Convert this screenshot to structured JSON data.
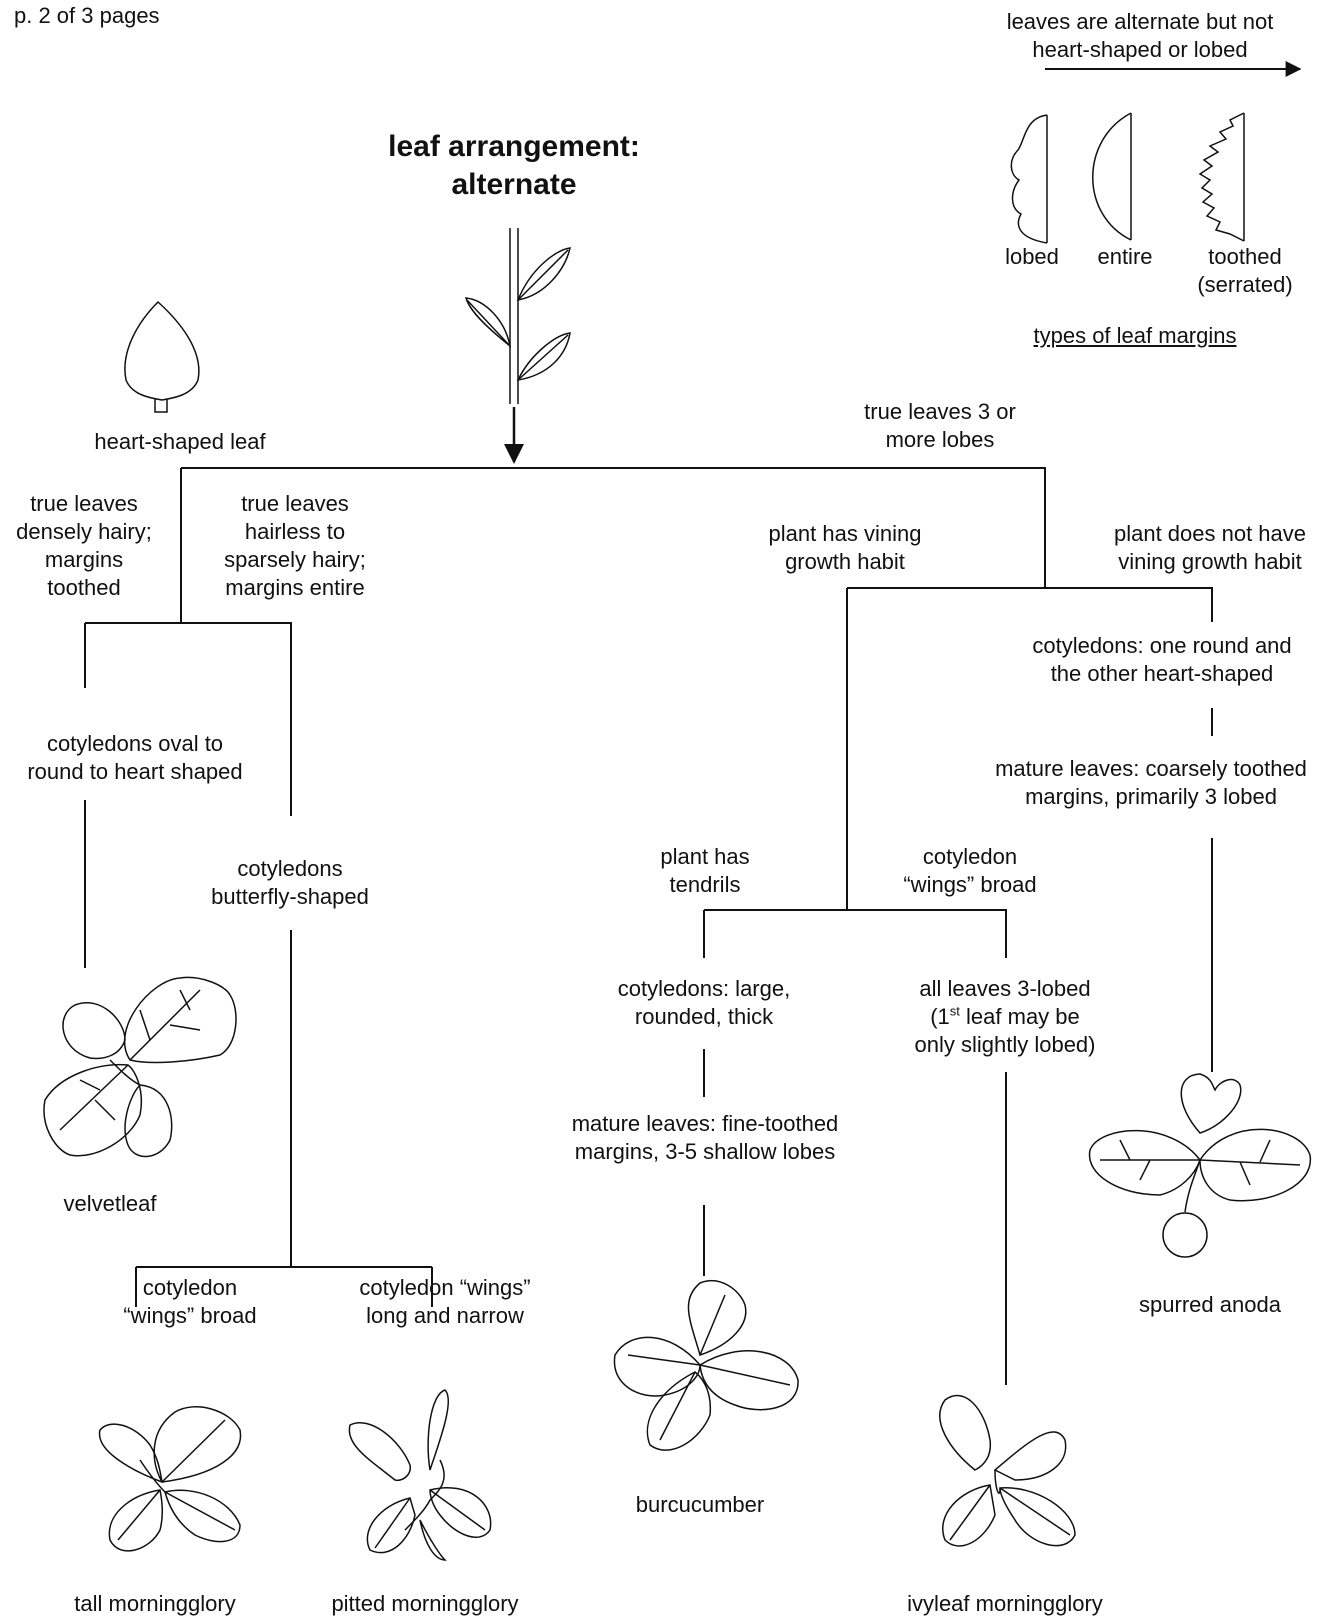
{
  "page_label": "p. 2 of 3 pages",
  "title": [
    "leaf arrangement:",
    "alternate"
  ],
  "top_note": [
    "leaves are alternate but not",
    "heart-shaped or lobed"
  ],
  "margins": {
    "lobed": "lobed",
    "entire": "entire",
    "toothed": [
      "toothed",
      "(serrated)"
    ],
    "caption": "types of leaf margins"
  },
  "heart_leaf_caption": "heart-shaped leaf",
  "branches": {
    "three_lobes": [
      "true leaves 3 or",
      "more lobes"
    ],
    "densely_hairy": [
      "true leaves",
      "densely hairy;",
      "margins",
      "toothed"
    ],
    "hairless": [
      "true leaves",
      "hairless to",
      "sparsely hairy;",
      "margins entire"
    ],
    "vining": [
      "plant has vining",
      "growth habit"
    ],
    "not_vining": [
      "plant does not have",
      "vining growth habit"
    ],
    "cot_oval": [
      "cotyledons oval to",
      "round to heart shaped"
    ],
    "cot_butterfly": [
      "cotyledons",
      "butterfly-shaped"
    ],
    "cot_one_round": [
      "cotyledons: one round and",
      "the other heart-shaped"
    ],
    "mature_coarse": [
      "mature leaves: coarsely toothed",
      "margins, primarily 3 lobed"
    ],
    "tendrils": [
      "plant has",
      "tendrils"
    ],
    "wings_broad_right": [
      "cotyledon",
      "“wings” broad"
    ],
    "cot_large": [
      "cotyledons: large,",
      "rounded, thick"
    ],
    "all_3_lobed": {
      "line1": "all leaves 3-lobed",
      "line2_pre": "(1",
      "line2_sup": "st",
      "line2_post": " leaf may be",
      "line3": "only slightly lobed)"
    },
    "mature_fine": [
      "mature leaves: fine-toothed",
      "margins, 3-5 shallow lobes"
    ],
    "wings_broad_left": [
      "cotyledon",
      "“wings” broad"
    ],
    "wings_narrow": [
      "cotyledon “wings”",
      "long and narrow"
    ]
  },
  "species": {
    "velvetleaf": "velvetleaf",
    "spurred_anoda": "spurred anoda",
    "burcucumber": "burcucumber",
    "tall_morningglory": "tall morningglory",
    "pitted_morningglory": "pitted morningglory",
    "ivyleaf_morningglory": "ivyleaf morningglory"
  },
  "colors": {
    "ink": "#111111",
    "background": "#ffffff"
  }
}
